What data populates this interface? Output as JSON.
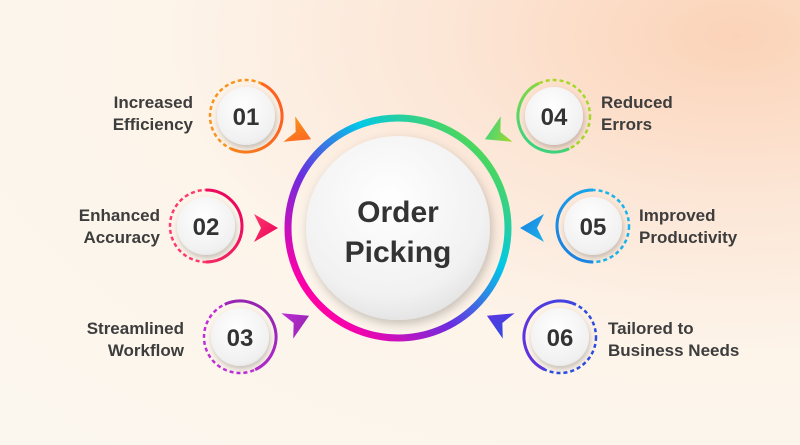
{
  "center": {
    "line1": "Order",
    "line2": "Picking"
  },
  "items": [
    {
      "number": "01",
      "label": "Increased\nEfficiency",
      "color": "#f7941d",
      "color2": "#ff5722"
    },
    {
      "number": "02",
      "label": "Enhanced\nAccuracy",
      "color": "#ff3a6b",
      "color2": "#e8005a"
    },
    {
      "number": "03",
      "label": "Streamlined\nWorkflow",
      "color": "#c02dd8",
      "color2": "#8e24aa"
    },
    {
      "number": "04",
      "label": "Reduced\nErrors",
      "color": "#a6d82a",
      "color2": "#2bd38e"
    },
    {
      "number": "05",
      "label": "Improved\nProductivity",
      "color": "#1ab3ec",
      "color2": "#1c7de0"
    },
    {
      "number": "06",
      "label": "Tailored to\nBusiness Needs",
      "color": "#2d4de0",
      "color2": "#6a2ee0"
    }
  ]
}
